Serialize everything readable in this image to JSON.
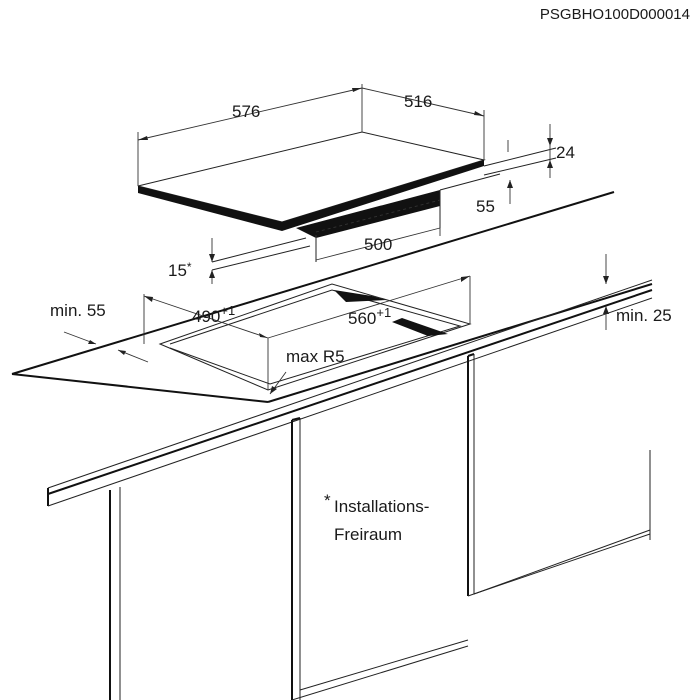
{
  "drawing_code": "PSGBHO100D000014",
  "hob": {
    "width": "576",
    "depth": "516",
    "thickness": "24",
    "height_below_edge": "55",
    "box_width": "500"
  },
  "clearance": {
    "below": "15",
    "below_marker": "*"
  },
  "cutout": {
    "depth_value": "490",
    "depth_tol": "+1",
    "width_value": "560",
    "width_tol": "+1",
    "corner_radius": "max R5",
    "min_front": "min. 55",
    "min_worktop": "min. 25"
  },
  "note": {
    "marker": "*",
    "line1": "Installations-",
    "line2": "Freiraum"
  },
  "colors": {
    "line": "#222222",
    "fill_dark": "#111111"
  }
}
